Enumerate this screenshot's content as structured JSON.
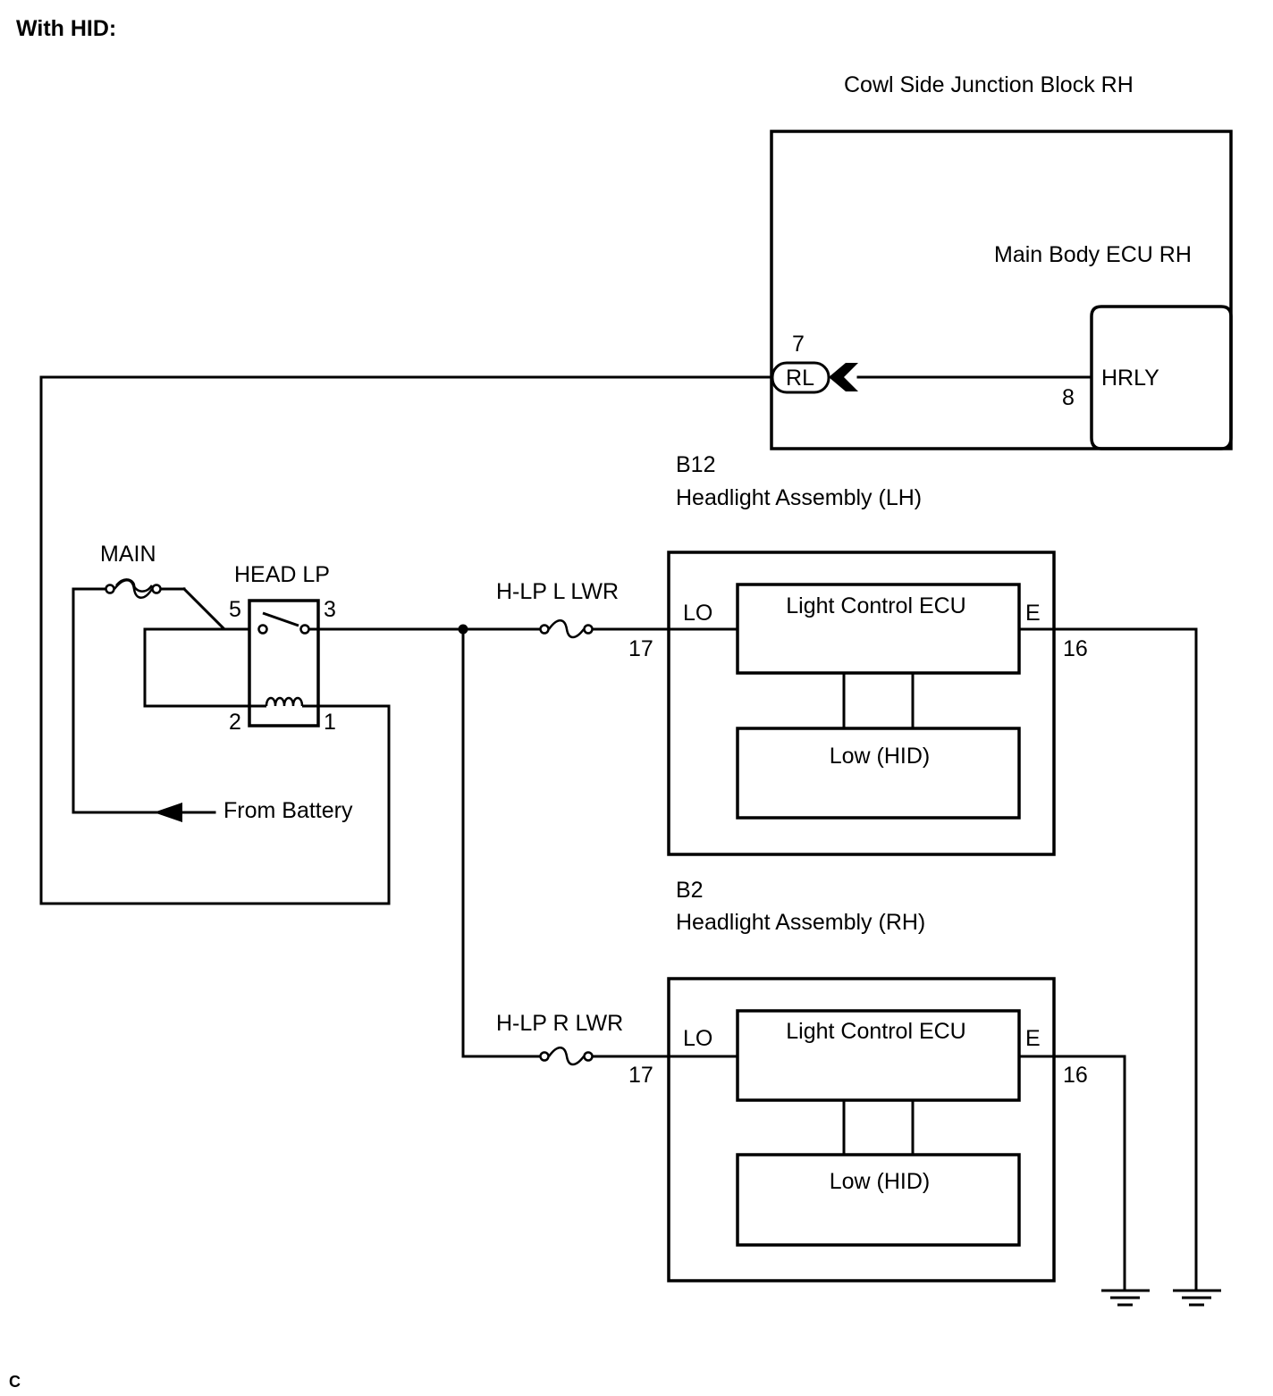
{
  "header": {
    "title": "With HID:"
  },
  "footer": {
    "code": "C"
  },
  "junction_block": {
    "title": "Cowl Side Junction Block RH",
    "ecu_title": "Main Body ECU RH",
    "relay_block_label": "HRLY",
    "connector_label": "RL",
    "connector_pin": "7",
    "relay_pin": "8"
  },
  "power": {
    "fuse_main_label": "MAIN",
    "relay_label": "HEAD LP",
    "relay_pins": {
      "p5": "5",
      "p3": "3",
      "p2": "2",
      "p1": "1"
    },
    "battery_label": "From Battery"
  },
  "headlight_lh": {
    "code": "B12",
    "name": "Headlight Assembly (LH)",
    "fuse_label": "H-LP L LWR",
    "pin_lo_label": "LO",
    "pin_lo_num": "17",
    "pin_e_label": "E",
    "pin_e_num": "16",
    "ecu_label": "Light Control ECU",
    "lamp_label": "Low (HID)"
  },
  "headlight_rh": {
    "code": "B2",
    "name": "Headlight Assembly (RH)",
    "fuse_label": "H-LP R LWR",
    "pin_lo_label": "LO",
    "pin_lo_num": "17",
    "pin_e_label": "E",
    "pin_e_num": "16",
    "ecu_label": "Light Control ECU",
    "lamp_label": "Low (HID)"
  }
}
